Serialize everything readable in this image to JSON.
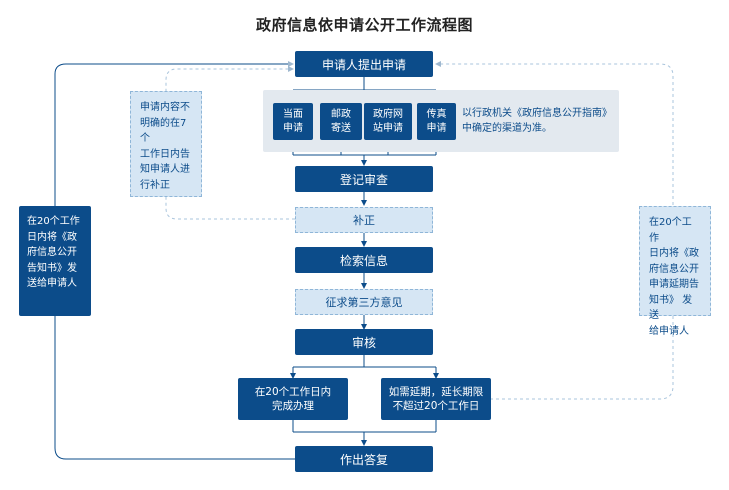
{
  "title": "政府信息依申请公开工作流程图",
  "steps": {
    "submit": "申请人提出申请",
    "register": "登记审查",
    "supplement": "补正",
    "retrieve": "检索信息",
    "consult": "征求第三方意见",
    "review": "审核",
    "reply": "作出答复"
  },
  "channels": [
    "当面\n申请",
    "邮政\n寄送",
    "政府网\n站申请",
    "传真\n申请"
  ],
  "channel_note": "以行政机关《政府信息公开指南》\n中确定的渠道为准。",
  "supplement_note": "申请内容不\n明确的在7个\n工作日内告\n知申请人进\n行补正",
  "outcomes": {
    "within": "在20个工作日内\n完成办理",
    "extend": "如需延期，延长期限\n不超过20个工作日"
  },
  "left_note": "在20个工作\n日内将《政\n府信息公开\n告知书》发\n送给申请人",
  "right_note": "在20个工作\n日内将《政\n府信息公开\n申请延期告\n知书》 发送\n给申请人",
  "colors": {
    "primary": "#0c4c8a",
    "light": "#d6e6f4",
    "panel": "#e3e9ef",
    "dashed": "#a9c4dc"
  }
}
